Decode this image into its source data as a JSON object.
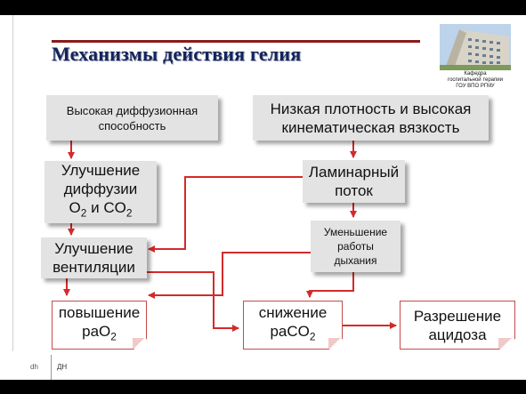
{
  "title": "Механизмы действия гелия",
  "logo": {
    "caption_lines": [
      "Кафедра",
      "госпитальной терапии",
      "ГОУ ВПО РГМУ"
    ]
  },
  "boxes": {
    "high_diffusion": {
      "line1": "Высокая диффузионная",
      "line2": "способность"
    },
    "low_density": {
      "line1": "Низкая плотность и высокая",
      "line2": "кинематическая вязкость"
    },
    "improved_diffusion": {
      "line1": "Улучшение",
      "line2": "диффузии",
      "line3_main": "O",
      "line3_sub1": "2",
      "line3_mid": " и CO",
      "line3_sub2": "2"
    },
    "laminar_flow": {
      "line1": "Ламинарный",
      "line2": "поток"
    },
    "reduced_work": {
      "line1": "Уменьшение",
      "line2": "работы",
      "line3": "дыхания"
    },
    "improved_ventilation": {
      "line1": "Улучшение",
      "line2": "вентиляции"
    },
    "pao2_increase": {
      "line1": "повышение",
      "line2_main": "paO",
      "line2_sub": "2"
    },
    "paco2_decrease": {
      "line1": "снижение",
      "line2_main": "paCO",
      "line2_sub": "2"
    },
    "acidosis_resolution": {
      "line1": "Разрешение",
      "line2": "ацидоза"
    }
  },
  "footer": {
    "symbol": "dh",
    "text": "ДН"
  },
  "colors": {
    "arrow": "#d42a2a",
    "title": "#14245a",
    "rule": "#8b1a1a",
    "box": "#e3e3e3",
    "note_border": "#c64a4a"
  }
}
